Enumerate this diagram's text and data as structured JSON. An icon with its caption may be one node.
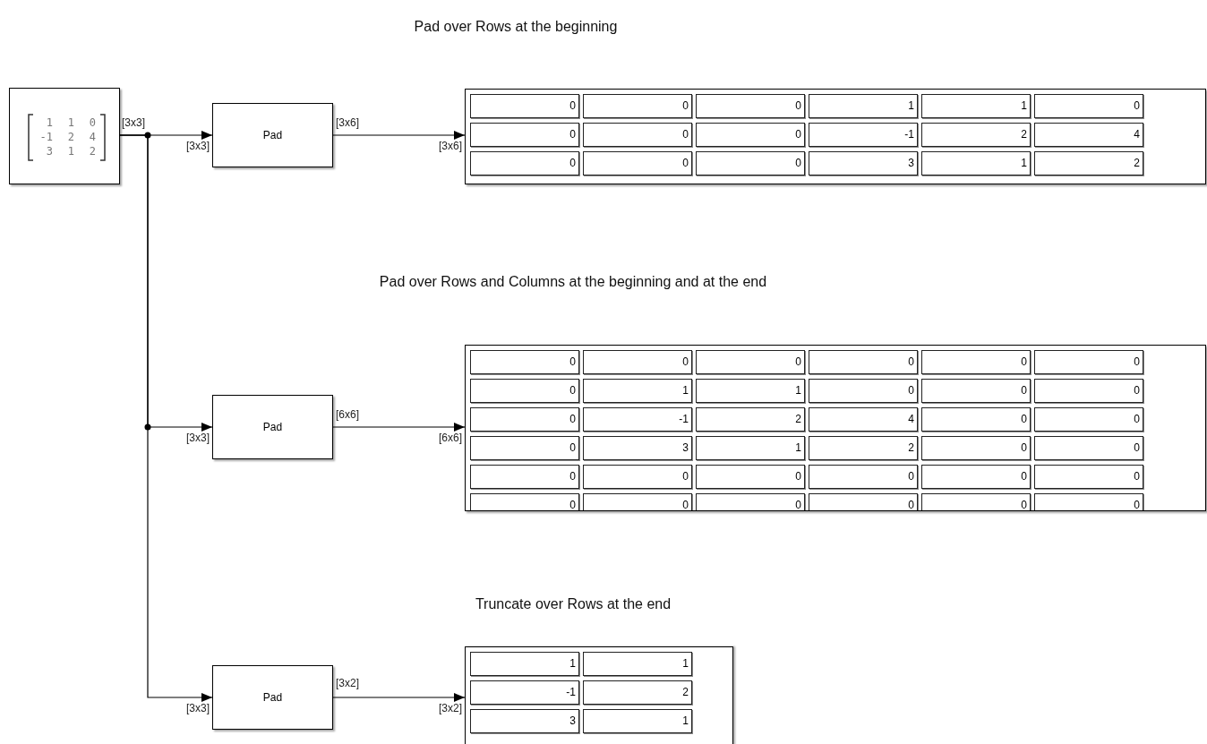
{
  "diagram": {
    "nodes": [
      {
        "text": [
          "1",
          "1",
          "0",
          "-1",
          "2",
          "4",
          "3",
          "1",
          "2"
        ]
      },
      {
        "text": [
          "Pad"
        ]
      },
      {
        "text": [
          "Pad"
        ]
      },
      {
        "text": [
          "Pad"
        ]
      },
      {
        "text": [
          "0",
          "0",
          "0",
          "1",
          "1",
          "0",
          "0",
          "0",
          "0",
          "-1",
          "2",
          "4",
          "0",
          "0",
          "0",
          "3",
          "1",
          "2"
        ]
      },
      {
        "text": [
          "0",
          "0",
          "0",
          "0",
          "0",
          "0",
          "0",
          "1",
          "1",
          "0",
          "0",
          "0",
          "0",
          "-1",
          "2",
          "4",
          "0",
          "0",
          "0",
          "3",
          "1",
          "2",
          "0",
          "0",
          "0",
          "0",
          "0",
          "0",
          "0",
          "0",
          "0",
          "0",
          "0",
          "0",
          "0",
          "0"
        ]
      },
      {
        "text": [
          "1",
          "1",
          "-1",
          "2",
          "3",
          "1"
        ]
      }
    ],
    "edges": [
      {
        "from": 0,
        "to": 1,
        "arrow": "to",
        "label": "[3x3]"
      },
      {
        "from": 0,
        "to": 2,
        "arrow": "to",
        "label": "[3x3]"
      },
      {
        "from": 0,
        "to": 3,
        "arrow": "to",
        "label": "[3x3]"
      },
      {
        "from": 1,
        "to": 4,
        "arrow": "to",
        "label": "[3x6]"
      },
      {
        "from": 2,
        "to": 5,
        "arrow": "to",
        "label": "[6x6]"
      },
      {
        "from": 3,
        "to": 6,
        "arrow": "to",
        "label": "[3x2]"
      }
    ],
    "labels": [
      "Pad over Rows at the beginning",
      "[3x3]",
      "[3x6]",
      "Pad over Rows and Columns at the beginning and at the end",
      "[6x6]",
      "Truncate over Rows at the end",
      "[3x2]"
    ]
  }
}
